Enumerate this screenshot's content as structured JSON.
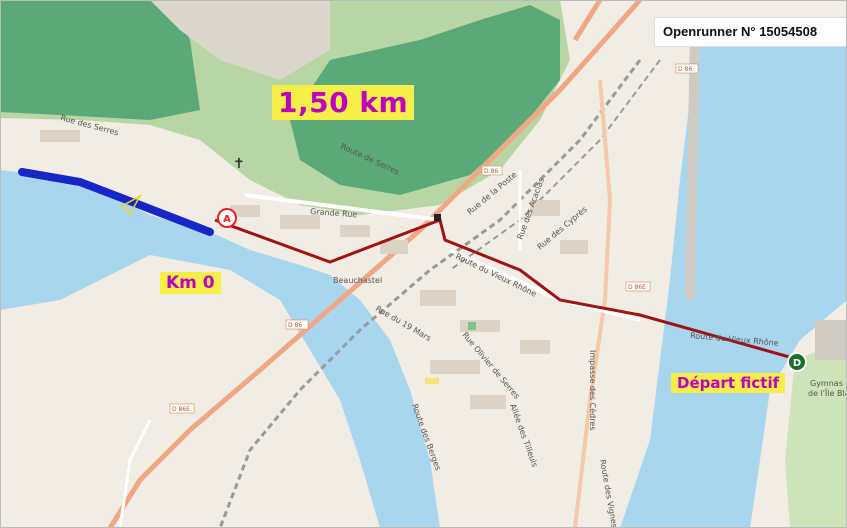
{
  "header": {
    "openrunner_label": "Openrunner N° 15054508"
  },
  "route": {
    "distance_label": "1,50 km",
    "km0_label": "Km 0",
    "start_label": "Départ fictif",
    "marker_a": "A",
    "marker_d": "D"
  },
  "map_labels": {
    "beauchastel": "Beauchastel",
    "grande_rue": "Grande Rue",
    "route_de_serres": "Route de Serres",
    "rue_des_serres": "Rue des Serres",
    "route_vieux_rhone_1": "Route du Vieux Rhône",
    "route_vieux_rhone_2": "Route du Vieux Rhône",
    "rue_des_cypres": "Rue des Cyprès",
    "rue_acacias": "Rue des Acacias",
    "rue_19_mars": "Rue du 19 Mars",
    "rue_olivier_serres": "Rue Olivier de Serres",
    "allee_tilleuls": "Allée des Tilleuls",
    "route_berges": "Route des Berges",
    "impasse_cedres": "Impasse des Cèdres",
    "route_vignes": "Route des Vignes",
    "rue_de_la_poste": "Rue de la Poste",
    "gymnasium_1": "Gymnas",
    "gymnasium_2": "de l'Île Bla",
    "d86": "D 86",
    "d86e": "D 86E",
    "d86_2": "D 86",
    "d86e_2": "D 86E",
    "d86_3": "D 86"
  },
  "colors": {
    "water": "#a8d6ef",
    "land": "#f1ece4",
    "forest": "#5ba878",
    "forest_light": "#b8d5a4",
    "route_main": "#a01414",
    "route_blue": "#1726c8",
    "road_major": "#f1a684",
    "badge_bg": "#f6ef4a",
    "badge_text": "#c000c0"
  }
}
